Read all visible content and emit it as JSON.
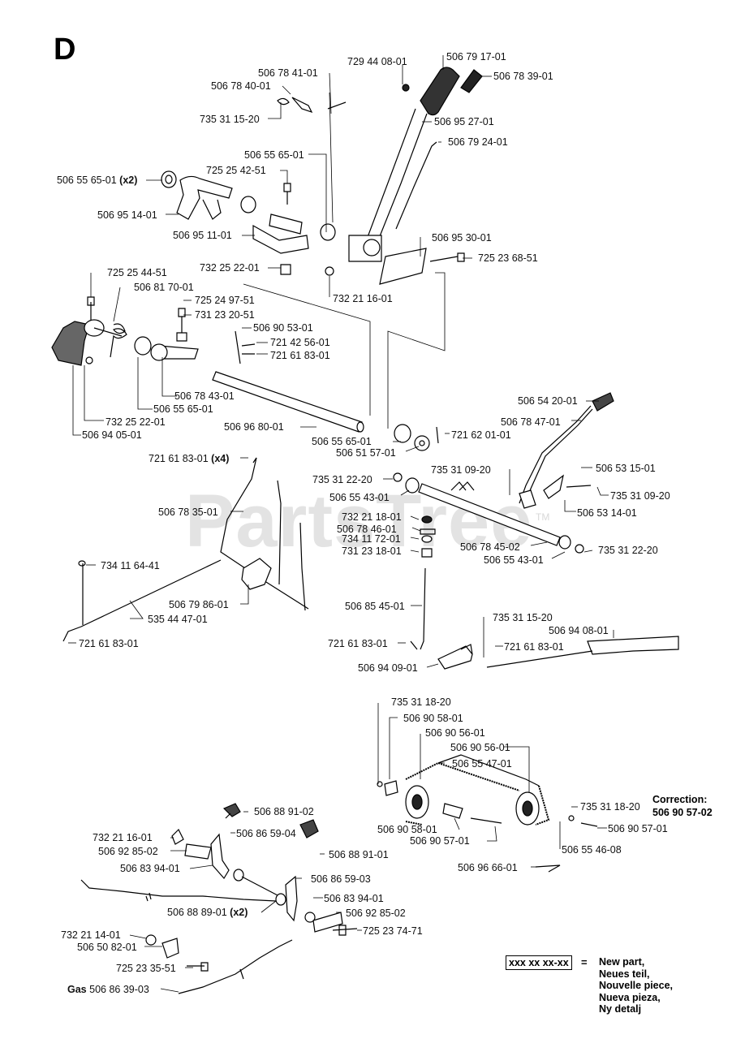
{
  "section_letter": "D",
  "watermark": "PartsTree",
  "watermark_tm": "TM",
  "labels": {
    "p1": "729 44 08-01",
    "p2": "506 79 17-01",
    "p3": "506 78 39-01",
    "p4": "506 78 41-01",
    "p5": "506 78 40-01",
    "p6": "735 31 15-20",
    "p7": "506 95 27-01",
    "p8": "506 79 24-01",
    "p9": "506 55 65-01",
    "p10": "725 25 42-51",
    "p11": "506 55 65-01",
    "p11_qty": "(x2)",
    "p12": "506 95 14-01",
    "p13": "506 95 11-01",
    "p14": "506 95 30-01",
    "p15": "725 23 68-51",
    "p16": "732 25 22-01",
    "p17": "732 21 16-01",
    "p18": "725 25 44-51",
    "p19": "506 81 70-01",
    "p20": "725 24 97-51",
    "p21": "731 23 20-51",
    "p22": "506 90 53-01",
    "p23": "721 42 56-01",
    "p24": "721 61 83-01",
    "p25": "506 78 43-01",
    "p26": "506 55 65-01",
    "p27": "732 25 22-01",
    "p28": "506 94 05-01",
    "p29": "506 96 80-01",
    "p30": "506 54 20-01",
    "p31": "506 78 47-01",
    "p32": "506 55 65-01",
    "p33": "721 62 01-01",
    "p34": "506 51 57-01",
    "p35": "721 61 83-01",
    "p35_qty": "(x4)",
    "p36": "735 31 22-20",
    "p37": "735 31 09-20",
    "p38": "506 53 15-01",
    "p39": "735 31 09-20",
    "p40": "506 55 43-01",
    "p41": "506 53 14-01",
    "p42": "506 78 35-01",
    "p43": "732 21 18-01",
    "p44": "506 78 46-01",
    "p45": "734 11 72-01",
    "p46": "506 78 45-02",
    "p47": "731 23 18-01",
    "p48": "735 31 22-20",
    "p49": "506 55 43-01",
    "p50": "734 11 64-41",
    "p51": "506 79 86-01",
    "p52": "535 44 47-01",
    "p53": "506 85 45-01",
    "p54": "735 31 15-20",
    "p55": "506 94 08-01",
    "p56": "721 61 83-01",
    "p57": "721 61 83-01",
    "p58": "721 61 83-01",
    "p59": "506 94 09-01",
    "p60": "735 31 18-20",
    "p61": "506 90 58-01",
    "p62": "506 90 56-01",
    "p63": "506 90 56-01",
    "p64": "506 55 47-01",
    "p65": "506 88 91-02",
    "p66": "735 31 18-20",
    "p67": "506 90 58-01",
    "p68": "506 90 57-01",
    "p69": "506 90 57-01",
    "p70": "732 21 16-01",
    "p71": "506 86 59-04",
    "p72": "506 92 85-02",
    "p73": "506 88 91-01",
    "p74": "506 83 94-01",
    "p75": "506 55 46-08",
    "p76": "506 96 66-01",
    "p77": "506 86 59-03",
    "p78": "506 83 94-01",
    "p79": "506 88 89-01",
    "p79_qty": "(x2)",
    "p80": "506 92 85-02",
    "p81": "725 23 74-71",
    "p82": "732 21 14-01",
    "p83": "506 50 82-01",
    "p84": "725 23 35-51",
    "p85_prefix": "Gas",
    "p85": "506 86 39-03"
  },
  "correction": {
    "title": "Correction:",
    "part": "506 90 57-02"
  },
  "legend": {
    "box": "xxx xx xx-xx",
    "eq": "=",
    "lines": [
      "New part,",
      "Neues teil,",
      "Nouvelle piece,",
      "Nueva pieza,",
      "Ny detalj"
    ]
  }
}
